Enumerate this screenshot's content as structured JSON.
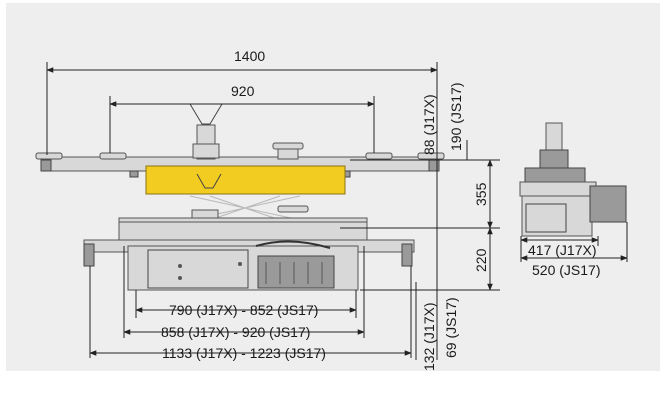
{
  "colors": {
    "background": "#ffffff",
    "panel": "#eeeeef",
    "beam_yellow": "#f2cc21",
    "metal": "#d8d8d8",
    "metal_dark": "#9a9a9a"
  },
  "dimensions": {
    "overall_width": "1400",
    "arm_width": "920",
    "height_top": "88 (J17X)",
    "height_top_alt": "190 (JS17)",
    "beam_height": "355",
    "lower_height": "220",
    "bottom_height": "132 (J17X)",
    "bottom_height_alt": "69 (JS17)",
    "side_width_j17x": "417 (J17X)",
    "side_width_js17": "520 (JS17)",
    "width_inner": "790 (J17X) - 852 (JS17)",
    "width_mid": "858 (J17X) - 920 (JS17)",
    "width_outer": "1133 (J17X) - 1223 (JS17)"
  }
}
